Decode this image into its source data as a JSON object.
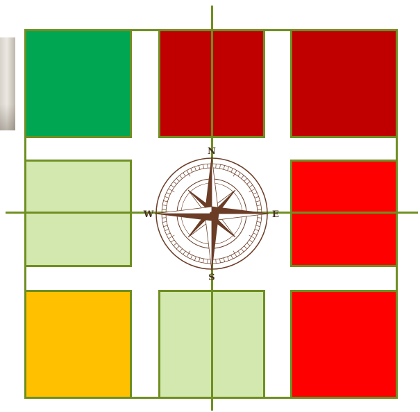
{
  "cells": [
    {
      "id": "nw",
      "color": "#00a651"
    },
    {
      "id": "n",
      "color": "#c00000"
    },
    {
      "id": "ne",
      "color": "#c00000"
    },
    {
      "id": "w",
      "color": "#d2e8ae"
    },
    {
      "id": "e",
      "color": "#ff0000"
    },
    {
      "id": "sw",
      "color": "#ffc000"
    },
    {
      "id": "s",
      "color": "#d2e8ae"
    },
    {
      "id": "se",
      "color": "#ff0000"
    }
  ],
  "line_color": "#6f8f22",
  "compass": {
    "north": "N",
    "south": "S",
    "east": "E",
    "west": "W",
    "color": "#6b3d27"
  }
}
